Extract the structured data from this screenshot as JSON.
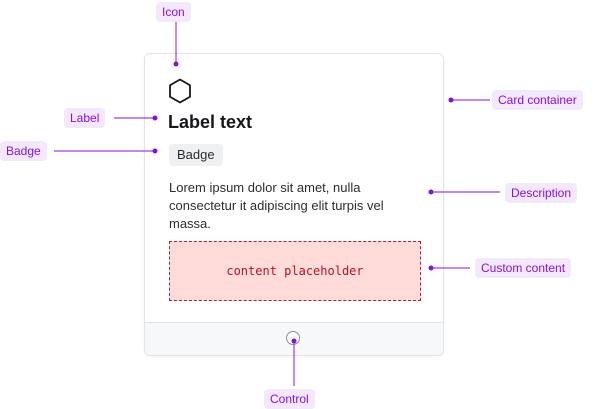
{
  "card": {
    "title": "Label text",
    "badge": "Badge",
    "description": "Lorem ipsum dolor sit amet, nulla consectetur it adipiscing elit turpis vel massa.",
    "placeholder": "content placeholder",
    "icon": "hexagon-icon"
  },
  "annotations": {
    "icon": "Icon",
    "label": "Label",
    "badge": "Badge",
    "card_container": "Card container",
    "description": "Description",
    "custom_content": "Custom content",
    "control": "Control"
  },
  "colors": {
    "annotation": "#8a10d8",
    "annotation_bg": "#f4e8fd",
    "placeholder_bg": "#ffdcda",
    "placeholder_border": "#a8232f",
    "placeholder_text": "#b3141f"
  }
}
